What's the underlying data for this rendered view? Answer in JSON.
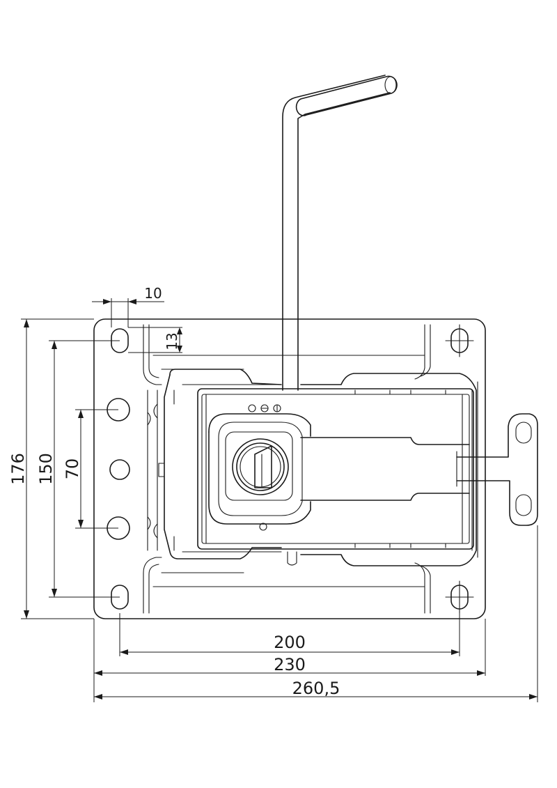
{
  "drawing": {
    "dimensions": {
      "width_holes": "200",
      "width_plate": "230",
      "width_total": "260,5",
      "height_plate": "176",
      "height_holes": "150",
      "height_inner_holes": "70",
      "hole_offset_x": "10",
      "hole_offset_y": "13"
    },
    "line_color": "#1a1a1a"
  }
}
